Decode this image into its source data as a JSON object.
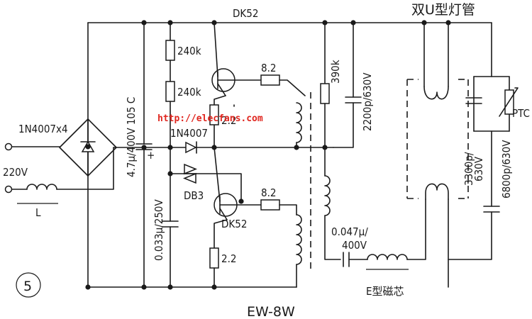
{
  "labels": {
    "top_transistor": "DK52",
    "lamp": "双U型灯管",
    "r1": "240k",
    "r2": "240k",
    "r_base_top": "8.2",
    "r_emit_top": "2.2",
    "r_390k": "390k",
    "c_2200": "2200p/630V",
    "c_filter": "4.7μ/400V 105 C",
    "plus": "+",
    "bridge": "1N4007x4",
    "ac_input": "220V",
    "inductor_l": "L",
    "diode": "1N4007",
    "diac": "DB3",
    "c_033": "0.033μ/250V",
    "r_base_bot": "8.2",
    "bottom_transistor": "DK52",
    "r_emit_bot": "2.2",
    "c_047_a": "0.047μ/",
    "c_047_b": "400V",
    "core": "E型磁芯",
    "c_3300_a": "3300p/",
    "c_3300_b": "630V",
    "c_6800": "6800p/630V",
    "ptc": "PTC",
    "figure_number": "5",
    "model": "EW-8W",
    "watermark": "http://elecfans.com"
  }
}
